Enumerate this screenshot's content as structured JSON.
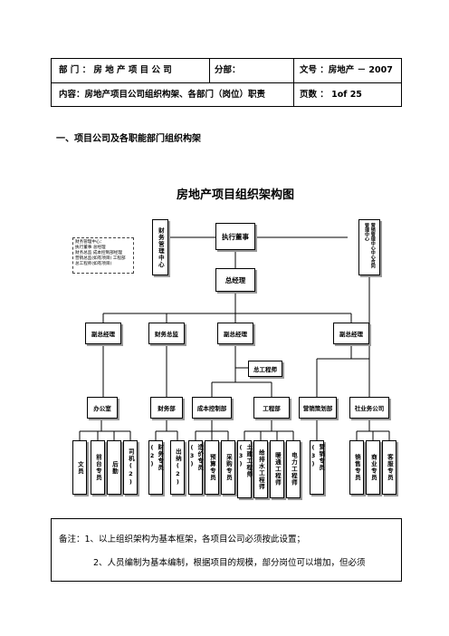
{
  "header": {
    "dept": "部 门 ： 房 地 产 项 目 公 司",
    "sub": "分部：",
    "doc_no": "文号 ：房地产 － 2007",
    "content": "内容：房地产项目公司组织构架、各部门（岗位）职责",
    "page": "页数 ： 1of 25"
  },
  "section_title": "一、项目公司及各职能部门组织构架",
  "chart": {
    "title": "房地产项目组织架构图",
    "left_mgmt": "财务管理中心",
    "right_mgmt": "营销管理中心中心合同管理中心",
    "top": "执行董事",
    "gm": "总经理",
    "level2": [
      "副总经理",
      "财务总监",
      "副总经理",
      "副总经理"
    ],
    "engineer": "总工程师",
    "note_lines": [
      "财务管理中心：",
      "执行董事 总经理",
      "财务总监 成本控制部经理",
      "营销总监(如有项目) 工程部",
      "总工程师(如有项目)"
    ],
    "departments": [
      "办公室",
      "财务部",
      "成本控制部",
      "工程部",
      "营销策划部",
      "社业务公司"
    ],
    "staff": [
      [
        "文员",
        "前台专员",
        "后勤",
        "司机(2)"
      ],
      [
        "财务专员(2)",
        "出纳(2)"
      ],
      [
        "造价专员(3)",
        "预算专员",
        "采购专员"
      ],
      [
        "土建工程师(3)",
        "给排水工程师",
        "暖通工程师",
        "电力工程师"
      ],
      [
        "营销专员(3)"
      ],
      [
        "销售专员",
        "商业专员",
        "客服专员"
      ]
    ]
  },
  "notes": {
    "line1": "备注：1、以上组织架构为基本框架，各项目公司必须按此设置；",
    "line2": "2、人员编制为基本编制，根据项目的规模，部分岗位可以增加，但必须"
  }
}
